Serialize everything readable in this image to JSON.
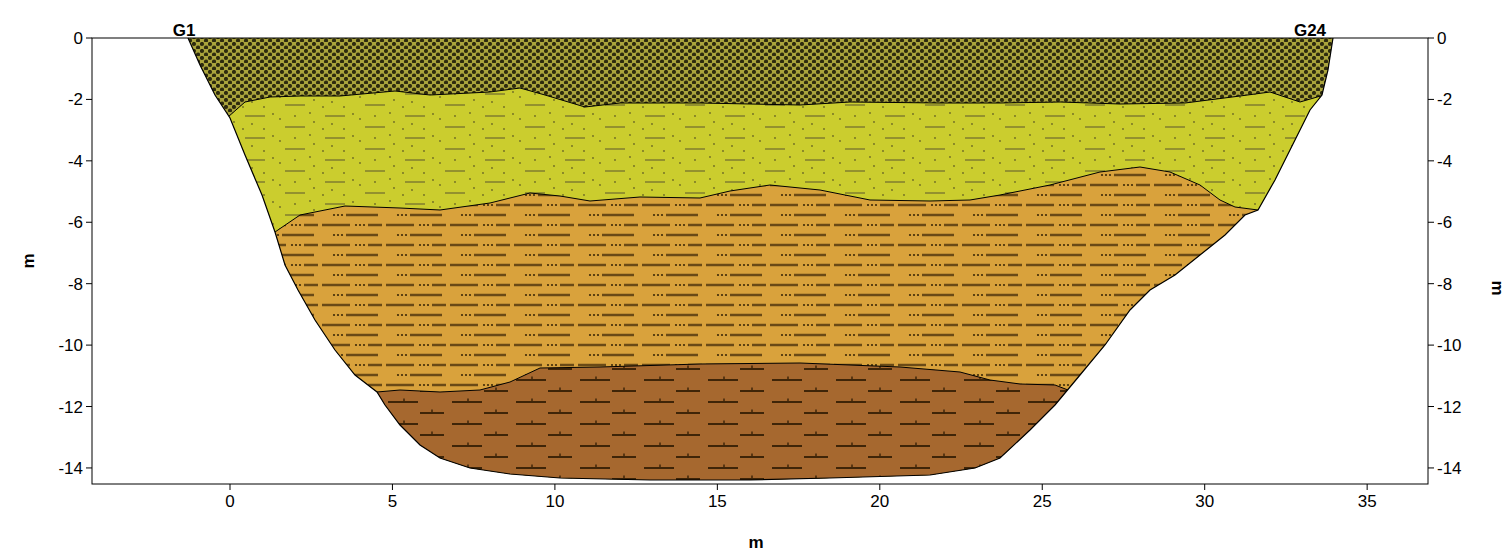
{
  "diagram": {
    "labels": [
      "G1",
      "G24",
      "0",
      "-2",
      "-4",
      "-6",
      "-8",
      "-10",
      "-12",
      "-14",
      "0",
      "-2",
      "-4",
      "-6",
      "-8",
      "-10",
      "-12",
      "-14",
      "0",
      "5",
      "10",
      "15",
      "20",
      "25",
      "30",
      "35",
      "m",
      "m",
      "m"
    ]
  }
}
